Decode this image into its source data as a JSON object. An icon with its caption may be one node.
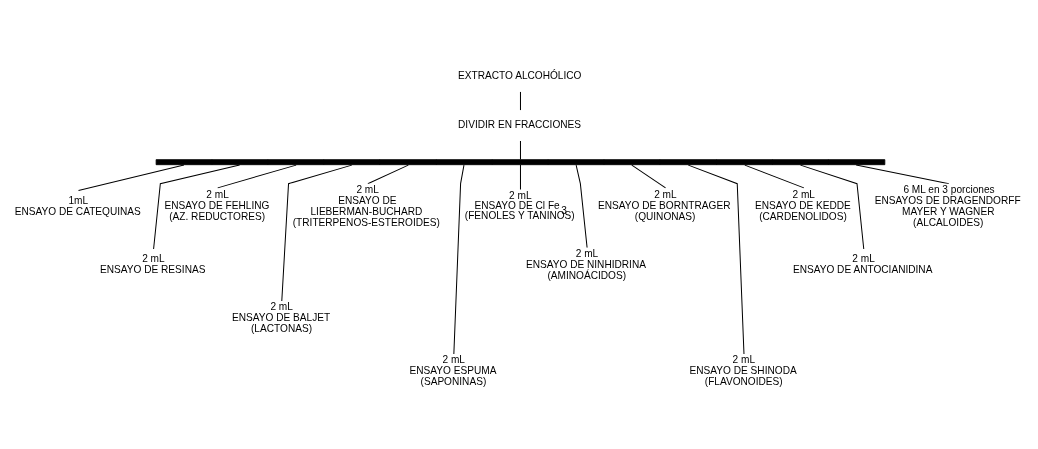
{
  "diagram": {
    "nodes": [
      {
        "text": [
          "EXTRACTO ALCOHÓLICO"
        ]
      },
      {
        "text": [
          "DIVIDIR EN FRACCIONES"
        ]
      },
      {
        "text": [],
        "shape": "bar"
      },
      {
        "text": [
          "1mL",
          "ENSAYO DE CATEQUINAS"
        ]
      },
      {
        "text": [
          "2 mL",
          "ENSAYO DE RESINAS"
        ]
      },
      {
        "text": [
          "2 mL",
          "ENSAYO DE FEHLING",
          "(AZ. REDUCTORES)"
        ]
      },
      {
        "text": [
          "2 mL",
          "ENSAYO DE BALJET",
          "(LACTONAS)"
        ]
      },
      {
        "text": [
          "2 mL",
          "ENSAYO DE LIEBERMAN-BUCHARD",
          "(TRITERPENOS-ESTEROIDES)"
        ]
      },
      {
        "text": [
          "2 mL",
          "ENSAYO ESPUMA",
          "(SAPONINAS)"
        ]
      },
      {
        "text": [
          "2 mL",
          "ENSAYO DE Cl Fe$_{3}$",
          "(FENOLES Y TANINOS)"
        ]
      },
      {
        "text": [
          "2 mL",
          "ENSAYO DE NINHIDRINA",
          "(AMINOÁCIDOS)"
        ]
      },
      {
        "text": [
          "2 mL",
          "ENSAYO DE BORNTRAGER",
          "(QUINONAS)"
        ]
      },
      {
        "text": [
          "2 mL",
          "ENSAYO DE SHINODA",
          "(FLAVONOIDES)"
        ]
      },
      {
        "text": [
          "2 mL",
          "ENSAYO DE KEDDE",
          "(CARDENOLIDOS)"
        ]
      },
      {
        "text": [
          "2 mL",
          "ENSAYO DE ANTOCIANIDINA"
        ]
      },
      {
        "text": [
          "6 ML en 3 porciones",
          "ENSAYOS DE DRAGENDORFF MAYER Y WAGNER",
          "(ALCALOIDES)"
        ]
      }
    ],
    "edges": [
      {
        "from": 0,
        "to": 1,
        "arrow": "none"
      },
      {
        "from": 1,
        "to": 2,
        "arrow": "none"
      },
      {
        "from": 2,
        "to": 3,
        "arrow": "none"
      },
      {
        "from": 2,
        "to": 4,
        "arrow": "none"
      },
      {
        "from": 2,
        "to": 5,
        "arrow": "none"
      },
      {
        "from": 2,
        "to": 6,
        "arrow": "none"
      },
      {
        "from": 2,
        "to": 7,
        "arrow": "none"
      },
      {
        "from": 2,
        "to": 8,
        "arrow": "none"
      },
      {
        "from": 2,
        "to": 9,
        "arrow": "none"
      },
      {
        "from": 2,
        "to": 10,
        "arrow": "none"
      },
      {
        "from": 2,
        "to": 11,
        "arrow": "none"
      },
      {
        "from": 2,
        "to": 12,
        "arrow": "none"
      },
      {
        "from": 2,
        "to": 13,
        "arrow": "none"
      },
      {
        "from": 2,
        "to": 14,
        "arrow": "none"
      },
      {
        "from": 2,
        "to": 15,
        "arrow": "none"
      }
    ]
  }
}
